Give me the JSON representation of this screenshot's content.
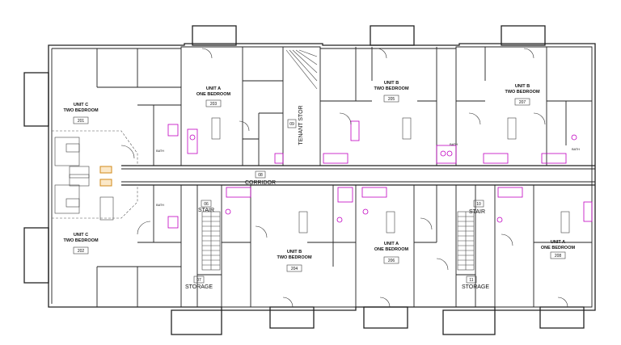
{
  "units": [
    {
      "line1": "UNIT C",
      "line2": "TWO BEDROOM",
      "number": "201"
    },
    {
      "line1": "UNIT A",
      "line2": "ONE BEDROOM",
      "number": "203"
    },
    {
      "line1": "UNIT B",
      "line2": "TWO BEDROOM",
      "number": "205"
    },
    {
      "line1": "UNIT B",
      "line2": "TWO BEDROOM",
      "number": "207"
    },
    {
      "line1": "UNIT C",
      "line2": "TWO BEDROOM",
      "number": "202"
    },
    {
      "line1": "UNIT B",
      "line2": "TWO BEDROOM",
      "number": "204"
    },
    {
      "line1": "UNIT A",
      "line2": "ONE BEDROOM",
      "number": "206"
    },
    {
      "line1": "UNIT A",
      "line2": "ONE BEDROOM",
      "number": "208"
    }
  ],
  "corridor": {
    "number": "08",
    "label": "CORRIDOR"
  },
  "tenant_stor": {
    "number": "09",
    "label": "TENANT STOR"
  },
  "stairs": [
    {
      "number": "06",
      "label": "STAIR"
    },
    {
      "number": "10",
      "label": "STAIR"
    }
  ],
  "storage": [
    {
      "number": "07",
      "label": "STORAGE"
    },
    {
      "number": "11",
      "label": "STORAGE"
    }
  ],
  "bath_label": "BATH"
}
